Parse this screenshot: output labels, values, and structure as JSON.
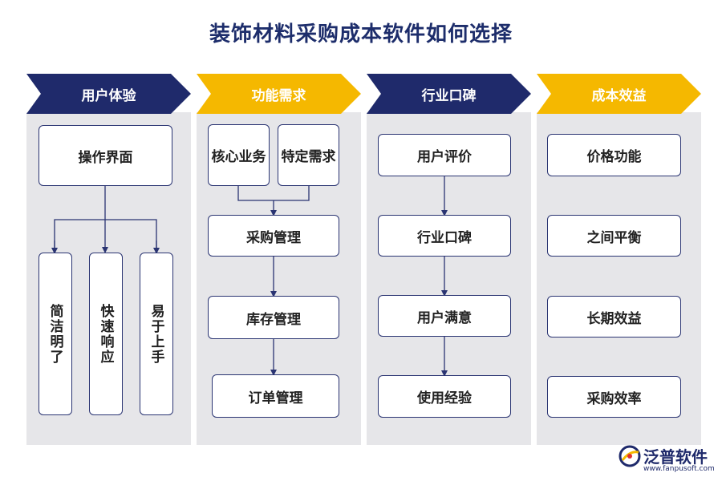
{
  "title": "装饰材料采购成本软件如何选择",
  "columns": [
    {
      "header": "用户体验",
      "top_box": "操作界面",
      "sub_items": [
        "简洁明了",
        "快速响应",
        "易于上手"
      ]
    },
    {
      "header": "功能需求",
      "pair": [
        "核心业务",
        "特定需求"
      ],
      "chain": [
        "采购管理",
        "库存管理",
        "订单管理"
      ]
    },
    {
      "header": "行业口碑",
      "chain": [
        "用户评价",
        "行业口碑",
        "用户满意",
        "使用经验"
      ]
    },
    {
      "header": "成本效益",
      "items": [
        "价格功能",
        "之间平衡",
        "长期效益",
        "采购效率"
      ]
    }
  ],
  "logo": {
    "name": "泛普软件",
    "url": "www.fanpusoft.com"
  },
  "colors": {
    "navy": "#1f2a6b",
    "gold": "#f5b800",
    "panel": "#e6e6e9"
  }
}
